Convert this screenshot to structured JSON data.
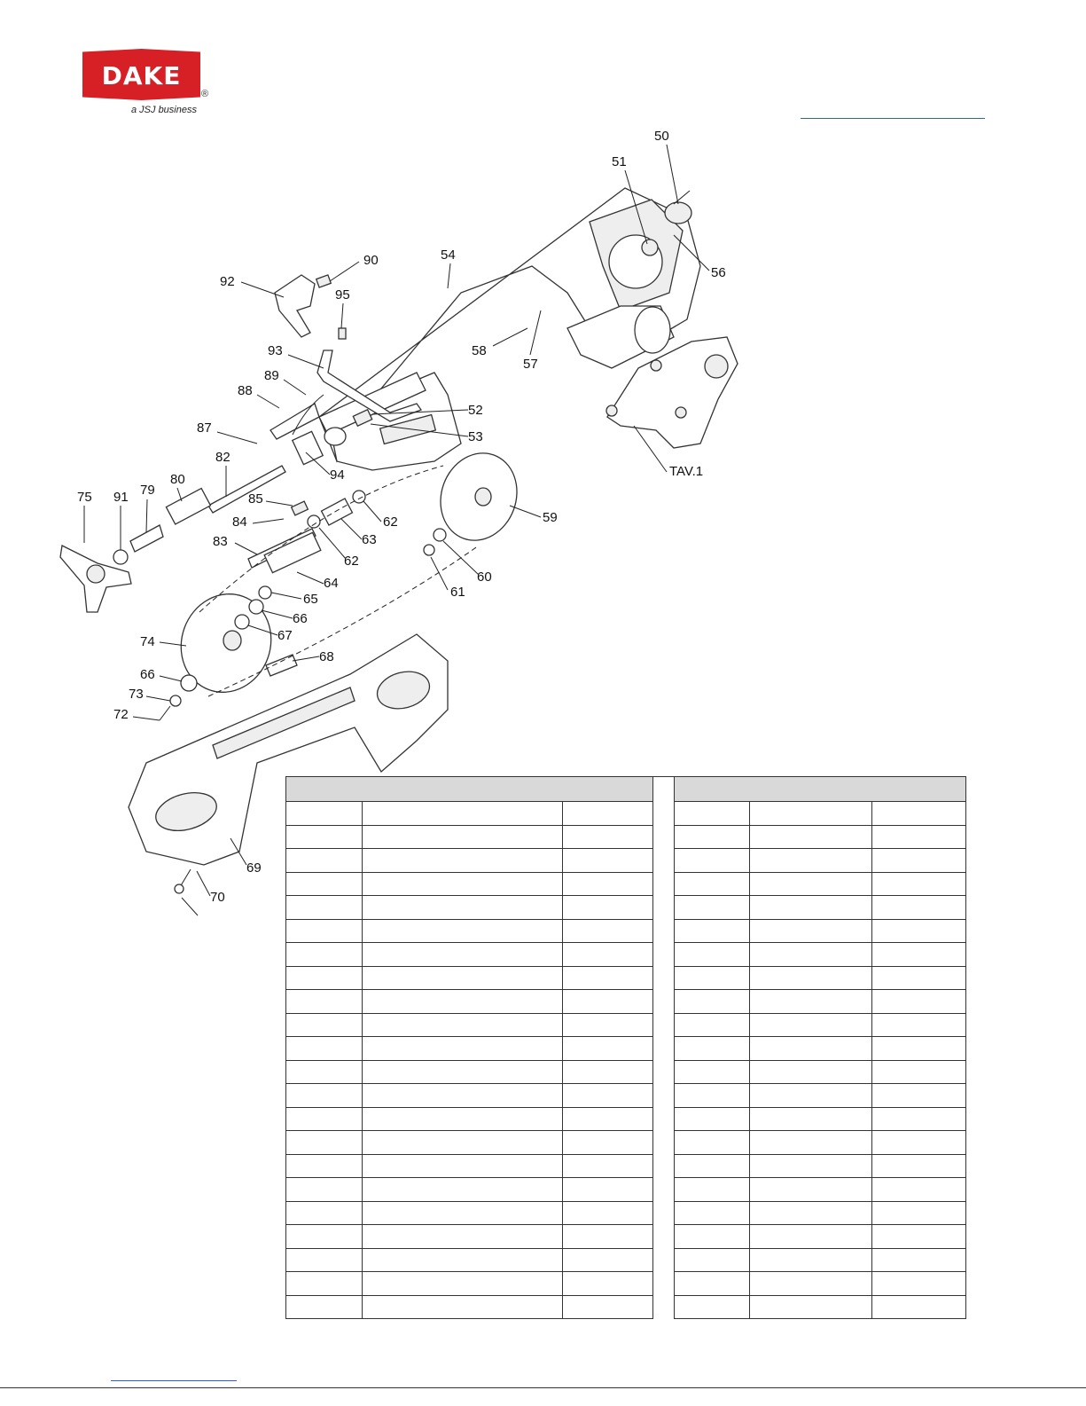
{
  "brand": {
    "logo_text": "DAKE",
    "registered_mark": "®",
    "tagline": "a JSJ business",
    "brand_color": "#d71f26"
  },
  "diagram": {
    "callouts": [
      "50",
      "51",
      "54",
      "56",
      "90",
      "92",
      "95",
      "58",
      "57",
      "93",
      "89",
      "88",
      "52",
      "53",
      "87",
      "82",
      "94",
      "75",
      "91",
      "79",
      "80",
      "85",
      "84",
      "62",
      "63",
      "59",
      "83",
      "62",
      "64",
      "60",
      "61",
      "65",
      "66",
      "67",
      "74",
      "68",
      "66",
      "73",
      "72",
      "69",
      "70"
    ],
    "tav_label": "TAV.1"
  },
  "table": {
    "row_count": 22
  }
}
